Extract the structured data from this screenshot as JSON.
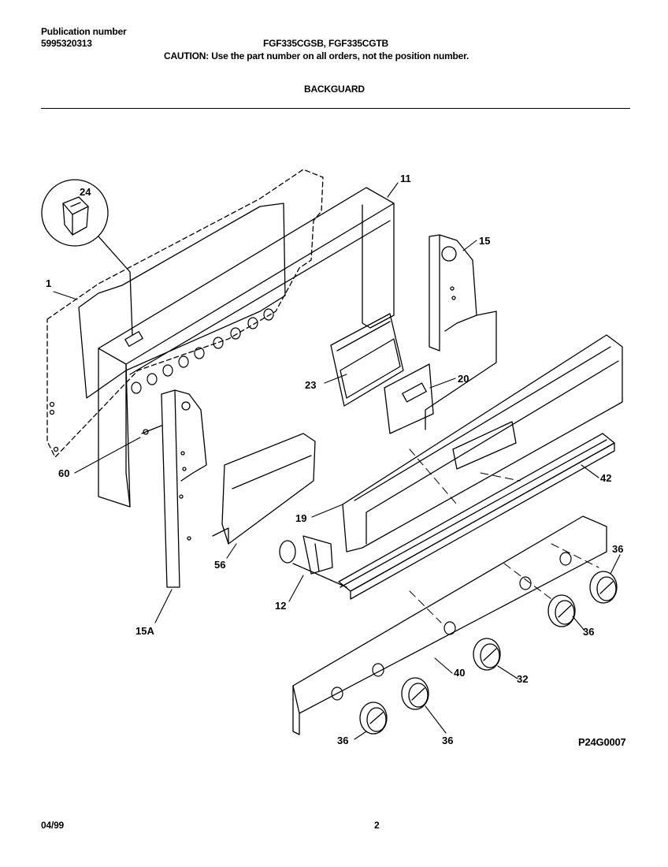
{
  "header": {
    "publication_label": "Publication number",
    "publication_number": "5995320313",
    "models": "FGF335CGSB, FGF335CGTB",
    "caution": "CAUTION:  Use the part number on all orders, not the position number.",
    "section_title": "BACKGUARD"
  },
  "diagram": {
    "callouts": [
      "24",
      "1",
      "11",
      "15",
      "23",
      "20",
      "60",
      "42",
      "19",
      "56",
      "36",
      "12",
      "15A",
      "36",
      "40",
      "32",
      "36",
      "36"
    ],
    "diagram_code": "P24G0007"
  },
  "footer": {
    "date_code": "04/99",
    "page_number": "2"
  }
}
